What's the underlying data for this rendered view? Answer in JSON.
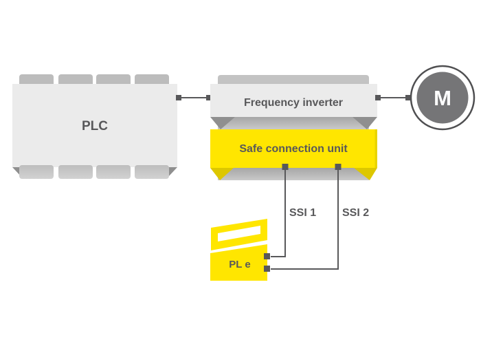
{
  "blocks": {
    "plc": {
      "label": "PLC"
    },
    "frequency_inverter": {
      "label": "Frequency inverter"
    },
    "safe_connection_unit": {
      "label": "Safe connection unit"
    },
    "motor": {
      "label": "M"
    },
    "encoder": {
      "label": "PL e"
    }
  },
  "connections": {
    "ssi1_label": "SSI 1",
    "ssi2_label": "SSI 2"
  },
  "colors": {
    "accent_yellow": "#ffe600",
    "accent_yellow_dark": "#ddc700",
    "block_fill": "#ebebeb",
    "tab_fill": "#bcbcbc",
    "line": "#58585a",
    "motor_fill": "#757577"
  }
}
